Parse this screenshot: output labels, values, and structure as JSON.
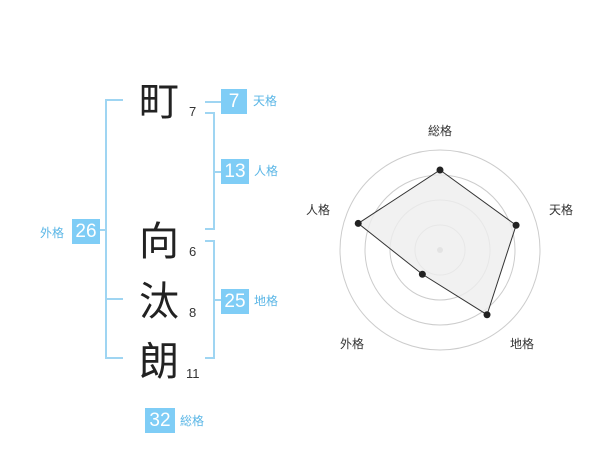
{
  "characters": [
    {
      "char": "町",
      "strokes": "7"
    },
    {
      "char": "向",
      "strokes": "6"
    },
    {
      "char": "汰",
      "strokes": "8"
    },
    {
      "char": "朗",
      "strokes": "11"
    }
  ],
  "fortunes": {
    "tenkaku": {
      "label": "天格",
      "value": "7"
    },
    "jinkaku": {
      "label": "人格",
      "value": "13"
    },
    "chikaku": {
      "label": "地格",
      "value": "25"
    },
    "gaikaku": {
      "label": "外格",
      "value": "26"
    },
    "soukaku": {
      "label": "総格",
      "value": "32"
    }
  },
  "radar": {
    "axes": [
      "総格",
      "天格",
      "地格",
      "外格",
      "人格"
    ],
    "levels": 4,
    "values": [
      4,
      4,
      4,
      1.5,
      4.3
    ],
    "max": 5,
    "colors": {
      "ring": "#cccccc",
      "fill": "#eeeeee",
      "line": "#333333",
      "point": "#222222"
    }
  }
}
